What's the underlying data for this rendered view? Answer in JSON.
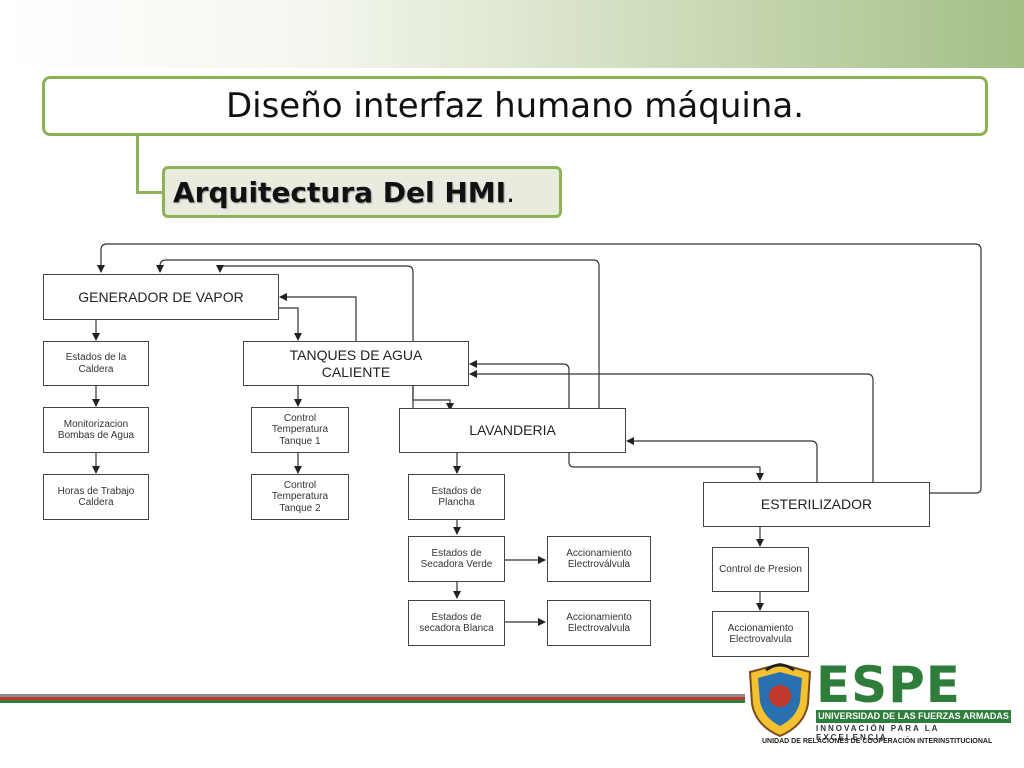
{
  "slide": {
    "title": "Diseño interfaz humano máquina.",
    "subtitle": "Arquitectura Del HMI",
    "subtitle_suffix": "."
  },
  "colors": {
    "accent": "#8db255",
    "espe_green": "#2e7d3a",
    "line_red": "#c0392b"
  },
  "nodes": [
    {
      "id": "generador",
      "label": "GENERADOR DE VAPOR"
    },
    {
      "id": "estados_caldera",
      "label": "Estados de la\nCaldera"
    },
    {
      "id": "monitorizacion",
      "label": "Monitorizacion\nBombas de Agua"
    },
    {
      "id": "horas_trabajo",
      "label": "Horas de Trabajo\nCaldera"
    },
    {
      "id": "tanques",
      "label": "TANQUES DE AGUA\nCALIENTE"
    },
    {
      "id": "control_t1",
      "label": "Control\nTemperatura\nTanque 1"
    },
    {
      "id": "control_t2",
      "label": "Control\nTemperatura\nTanque 2"
    },
    {
      "id": "lavanderia",
      "label": "LAVANDERIA"
    },
    {
      "id": "estados_plancha",
      "label": "Estados de\nPlancha"
    },
    {
      "id": "secadora_verde",
      "label": "Estados de\nSecadora Verde"
    },
    {
      "id": "accion_verde",
      "label": "Accionamiento\nElectroválvula"
    },
    {
      "id": "secadora_blanca",
      "label": "Estados de\nsecadora Blanca"
    },
    {
      "id": "accion_blanca",
      "label": "Accionamiento\nElectrovalvula"
    },
    {
      "id": "esterilizador",
      "label": "ESTERILIZADOR"
    },
    {
      "id": "control_presion",
      "label": "Control de Presion"
    },
    {
      "id": "accion_esteril",
      "label": "Accionamiento\nElectrovalvula"
    }
  ],
  "logo": {
    "brand": "ESPE",
    "university": "UNIVERSIDAD DE LAS FUERZAS ARMADAS",
    "motto": "INNOVACIÓN PARA LA EXCELENCIA",
    "unit": "UNIDAD DE RELACIONES DE COOPERACIÓN INTERINSTITUCIONAL",
    "crest": "crest-icon"
  }
}
